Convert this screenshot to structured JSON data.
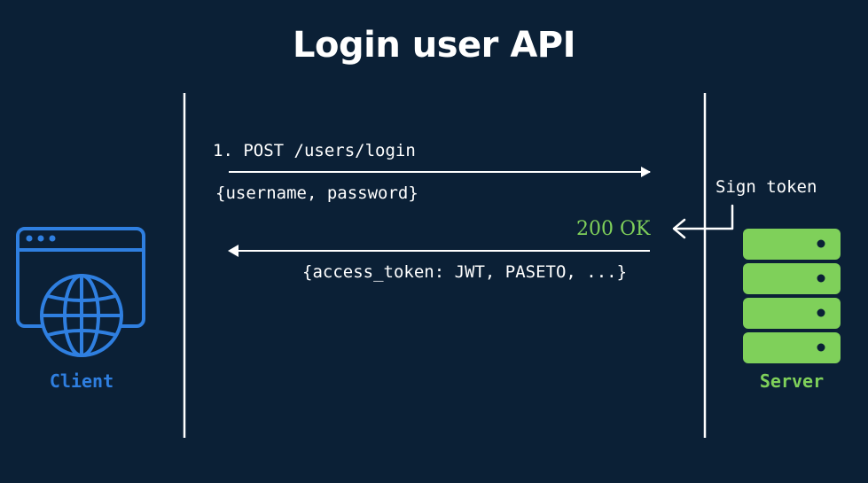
{
  "title": "Login user API",
  "request": {
    "label": "1. POST /users/login",
    "body": "{username, password}"
  },
  "server_step": "Sign token",
  "response": {
    "status": "200 OK",
    "body": "{access_token: JWT, PASETO, ...}"
  },
  "client": {
    "label": "Client",
    "icon": "browser-globe-icon",
    "color": "#2f7fe0"
  },
  "server": {
    "label": "Server",
    "icon": "server-rack-icon",
    "color": "#7fd05a"
  },
  "colors": {
    "background": "#0b2036",
    "lines": "#ffffff",
    "status_ok": "#7fd05a"
  }
}
